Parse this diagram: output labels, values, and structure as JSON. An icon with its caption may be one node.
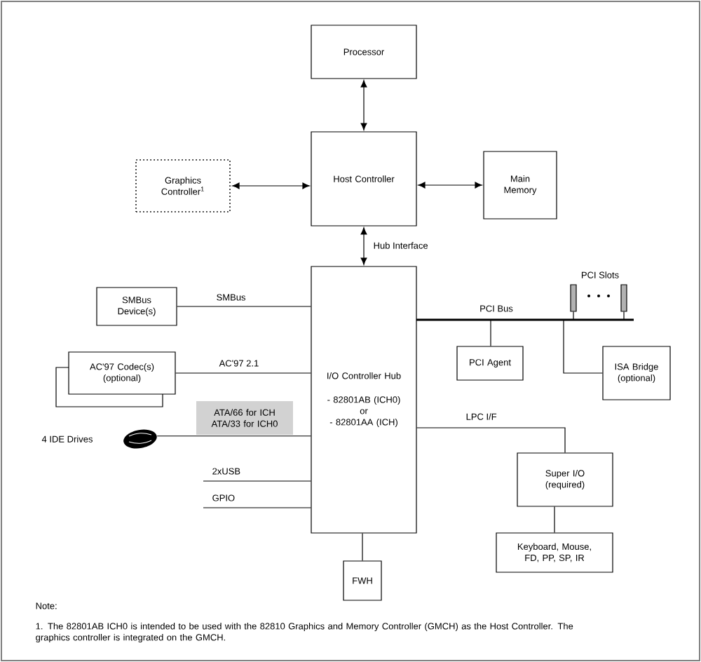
{
  "diagram": {
    "nodes": [
      {
        "text": [
          "Processor"
        ]
      },
      {
        "text": [
          "Host Controller"
        ]
      },
      {
        "text": [
          "Graphics Controller$^{1}$"
        ]
      },
      {
        "text": [
          "Main Memory"
        ]
      },
      {
        "text": [
          "I/O Controller Hub",
          "- 82801AB (ICH0)",
          "or",
          "- 82801AA (ICH)"
        ]
      },
      {
        "text": [
          "SMBus Device(s)"
        ]
      },
      {
        "text": [
          "AC'97 Codec(s) (optional)"
        ]
      },
      {
        "text": [],
        "shape": "disk",
        "beside": [
          "4 IDE Drives"
        ]
      },
      {
        "text": [
          "PCI Agent"
        ]
      },
      {
        "text": [
          "ISA Bridge (optional)"
        ]
      },
      {
        "text": [
          "Super I/O (required)"
        ]
      },
      {
        "text": [
          "Keyboard, Mouse, FD, PP, SP, IR"
        ]
      },
      {
        "text": [
          "FWH"
        ]
      },
      {
        "text": [],
        "shape": "bar"
      },
      {
        "text": [],
        "shape": "bar"
      },
      {
        "text": [
          "ATA/66 for ICH ATA/33 for ICH0"
        ]
      }
    ],
    "edges": [
      {
        "from": 0,
        "to": 1,
        "arrow": "both"
      },
      {
        "from": 2,
        "to": 1,
        "arrow": "both"
      },
      {
        "from": 1,
        "to": 3,
        "arrow": "both"
      },
      {
        "from": 1,
        "to": 4,
        "arrow": "both",
        "label": "Hub Interface"
      },
      {
        "from": 5,
        "to": 4,
        "arrow": "none",
        "label": "SMBus"
      },
      {
        "from": 6,
        "to": 4,
        "arrow": "none",
        "label": "AC'97 2.1"
      },
      {
        "from": 7,
        "to": 4,
        "arrow": "none"
      },
      {
        "from": null,
        "to": 4,
        "arrow": "none",
        "label": "2xUSB"
      },
      {
        "from": null,
        "to": 4,
        "arrow": "none",
        "label": "GPIO"
      },
      {
        "from": 4,
        "to": 8,
        "arrow": "none"
      },
      {
        "from": 4,
        "to": 9,
        "arrow": "none"
      },
      {
        "from": 4,
        "to": 13,
        "arrow": "none"
      },
      {
        "from": 4,
        "to": 14,
        "arrow": "none"
      },
      {
        "from": 4,
        "to": 10,
        "arrow": "none",
        "label": "LPC I/F"
      },
      {
        "from": 10,
        "to": 11,
        "arrow": "none"
      },
      {
        "from": 4,
        "to": 12,
        "arrow": "none"
      }
    ],
    "labels": [
      "PCI Slots",
      "PCI Bus",
      "Note:",
      "1. The 82801AB ICH0 is intended to be used with the 82810 Graphics and Memory Controller (GMCH) as the Host Controller. The graphics controller is integrated on the GMCH."
    ]
  }
}
